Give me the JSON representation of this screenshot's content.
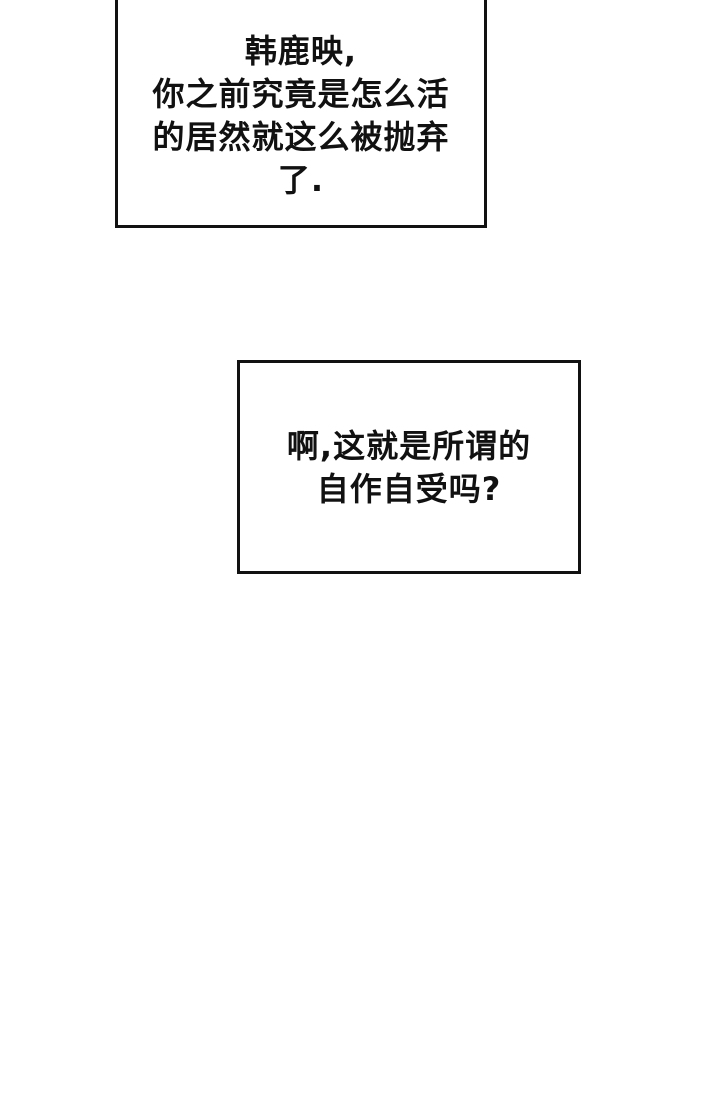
{
  "captions": {
    "first": {
      "lines": [
        "韩鹿映,",
        "你之前究竟是怎么活",
        "的居然就这么被抛弃",
        "了."
      ]
    },
    "second": {
      "lines": [
        "啊,这就是所谓的",
        "自作自受吗?"
      ]
    }
  }
}
